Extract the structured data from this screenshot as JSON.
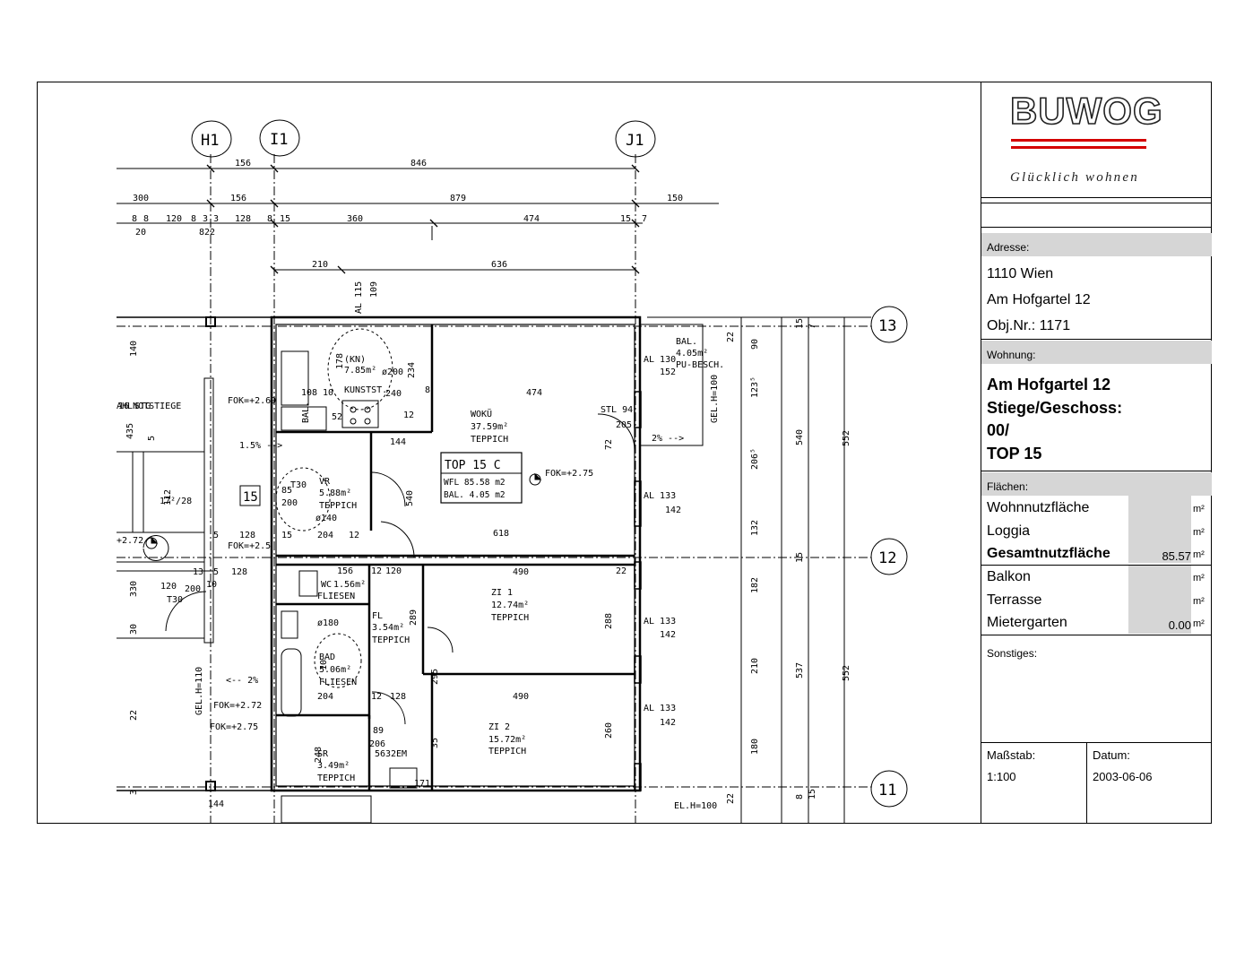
{
  "logo": {
    "word": "BUWOG",
    "slogan": "Glücklich wohnen"
  },
  "address": {
    "heading": "Adresse:",
    "lines": [
      "1110 Wien",
      "Am Hofgartel 12",
      "Obj.Nr.: 1171"
    ]
  },
  "apartment": {
    "heading": "Wohnung:",
    "lines": [
      "Am Hofgartel 12",
      "Stiege/Geschoss:",
      "00/",
      "TOP 15"
    ]
  },
  "areas": {
    "heading": "Flächen:",
    "unit": "m²",
    "rows": [
      {
        "label": "Wohnnutzfläche",
        "value": ""
      },
      {
        "label": "Loggia",
        "value": ""
      },
      {
        "label": "Gesamtnutzfläche",
        "value": "85.57"
      },
      {
        "label": "Balkon",
        "value": ""
      },
      {
        "label": "Terrasse",
        "value": ""
      },
      {
        "label": "Mietergarten",
        "value": "0.00"
      }
    ]
  },
  "other": {
    "heading": "Sonstiges:"
  },
  "scale": {
    "label": "Maßstab:",
    "value": "1:100"
  },
  "date": {
    "label": "Datum:",
    "value": "2003-06-06"
  },
  "plan": {
    "grid_labels": [
      "H1",
      "I1",
      "J1",
      "13",
      "12",
      "11"
    ],
    "rooms": [
      {
        "name": "(KN)",
        "area": "7.85m²",
        "floor": "KUNSTST."
      },
      {
        "name": "WOKÜ",
        "area": "37.59m²",
        "floor": "TEPPICH"
      },
      {
        "name": "VR",
        "area": "5.88m²",
        "floor": "TEPPICH"
      },
      {
        "name": "ZI 1",
        "area": "12.74m²",
        "floor": "TEPPICH"
      },
      {
        "name": "FL",
        "area": "3.54m²",
        "floor": "TEPPICH"
      },
      {
        "name": "BAD",
        "area": "5.06m²",
        "floor": "FLIESEN"
      },
      {
        "name": "ZI 2",
        "area": "15.72m²",
        "floor": "TEPPICH"
      },
      {
        "name": "SR",
        "area": "3.49m²",
        "floor": "TEPPICH"
      },
      {
        "name": "WC",
        "area": "1.56m²",
        "floor": "FLIESEN"
      },
      {
        "name": "BAL.",
        "area": "4.05m²",
        "floor": "PU-BESCH."
      }
    ],
    "unit_box": {
      "title": "TOP 15  C",
      "wfl": "WFL  85.58 m2",
      "bal": "BAL.  4.05 m2"
    },
    "stair_label": "AHLNOTSTIEGE",
    "stair_number": "15",
    "fok": [
      "FOK=+2.75",
      "FOK=+2.69",
      "FOK=+2.5",
      "FOK=+2.72",
      "FOK=+2.75",
      "FOK=+2.72"
    ],
    "dims_top1": [
      "156",
      "846"
    ],
    "dims_top2": [
      "300",
      "156",
      "879",
      "150"
    ],
    "dims_top3": [
      "8",
      "8",
      "120",
      "8",
      "3",
      "3",
      "128",
      "8",
      "15",
      "360",
      "474",
      "15",
      "7",
      "20",
      "822"
    ],
    "dims_top4": [
      "210",
      "636"
    ],
    "dims_right1": [
      "22",
      "90",
      "123⁵",
      "206⁵",
      "132",
      "182",
      "210",
      "180",
      "22"
    ],
    "dims_right2": [
      "540",
      "15",
      "537"
    ],
    "dims_right3": [
      "552",
      "552"
    ],
    "dims_right4": [
      "15",
      "7",
      "8",
      "15"
    ],
    "misc": [
      "AL 115",
      "109",
      "AL 130",
      "152",
      "AL 133",
      "142",
      "AL 133",
      "142",
      "AL 133",
      "142",
      "STL 94",
      "205",
      "2% -->",
      "1.5% -->",
      "<-- 2%",
      "GEL.H=100",
      "GEL.H=110",
      "474",
      "144",
      "618",
      "490",
      "490",
      "72",
      "540",
      "288",
      "260",
      "289",
      "295",
      "35",
      "234",
      "240",
      "178",
      "108",
      "10",
      "52",
      "12",
      "8",
      "ø200",
      "ø140",
      "ø180",
      "85",
      "200",
      "T30",
      "T30",
      "200",
      "120",
      "156",
      "12",
      "120",
      "204",
      "12",
      "15",
      "128",
      "128",
      "5",
      "5",
      "13",
      "10",
      "144",
      "+2.72",
      "171",
      "89",
      "206",
      "56",
      "10",
      "32",
      "EM",
      "248",
      "204",
      "12",
      "128",
      "22",
      "BAL.",
      "EL.H=100",
      "16 STG",
      "17²/28",
      "435",
      "112",
      "5",
      "140",
      "405",
      "330",
      "30",
      "22",
      "3",
      "1"
    ]
  }
}
